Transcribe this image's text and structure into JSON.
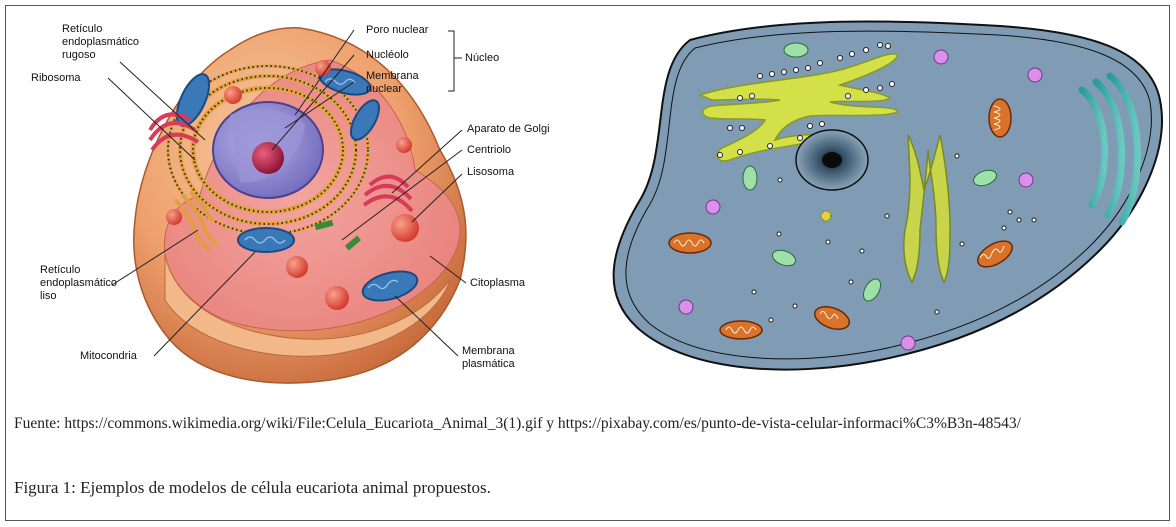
{
  "left_diagram": {
    "labels": {
      "reticulo_rugoso": [
        "Retículo",
        "endoplasmático",
        "rugoso"
      ],
      "ribosoma": "Ribosoma",
      "poro_nuclear": "Poro nuclear",
      "nucleolo": "Nucléolo",
      "membrana_nuclear": [
        "Membrana",
        "nuclear"
      ],
      "nucleo": "Núcleo",
      "aparato_golgi": "Aparato de Golgi",
      "centriolo": "Centriolo",
      "lisosoma": "Lisosoma",
      "reticulo_liso": [
        "Retículo",
        "endoplasmático",
        "liso"
      ],
      "citoplasma": "Citoplasma",
      "mitocondria": "Mitocondria",
      "membrana_plasmatica": [
        "Membrana",
        "plasmática"
      ]
    }
  },
  "captions": {
    "source": "Fuente: https://commons.wikimedia.org/wiki/File:Celula_Eucariota_Animal_3(1).gif y https://pixabay.com/es/punto-de-vista-celular-informaci%C3%B3n-48543/",
    "figure": "Figura 1: Ejemplos de modelos de célula eucariota animal propuestos."
  }
}
